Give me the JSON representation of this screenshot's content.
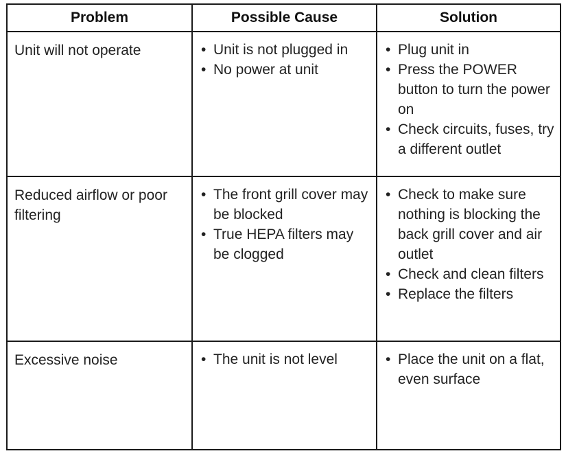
{
  "headers": {
    "problem": "Problem",
    "cause": "Possible Cause",
    "solution": "Solution"
  },
  "bullet_glyph": "•",
  "rows": [
    {
      "problem": "Unit will not operate",
      "causes": [
        "Unit is not plugged in",
        "No power at unit"
      ],
      "solutions": [
        "Plug unit in",
        "Press the POWER button to turn the power on",
        "Check circuits, fuses, try a different outlet"
      ]
    },
    {
      "problem": "Reduced airflow or poor filtering",
      "causes": [
        "The front grill cover may be blocked",
        "True HEPA filters may be clogged"
      ],
      "solutions": [
        "Check to make sure nothing is blocking the back grill cover and air outlet",
        "Check and clean filters",
        "Replace the filters"
      ]
    },
    {
      "problem": "Excessive noise",
      "causes": [
        "The unit is not level"
      ],
      "solutions": [
        "Place the unit on a flat, even surface"
      ]
    }
  ]
}
